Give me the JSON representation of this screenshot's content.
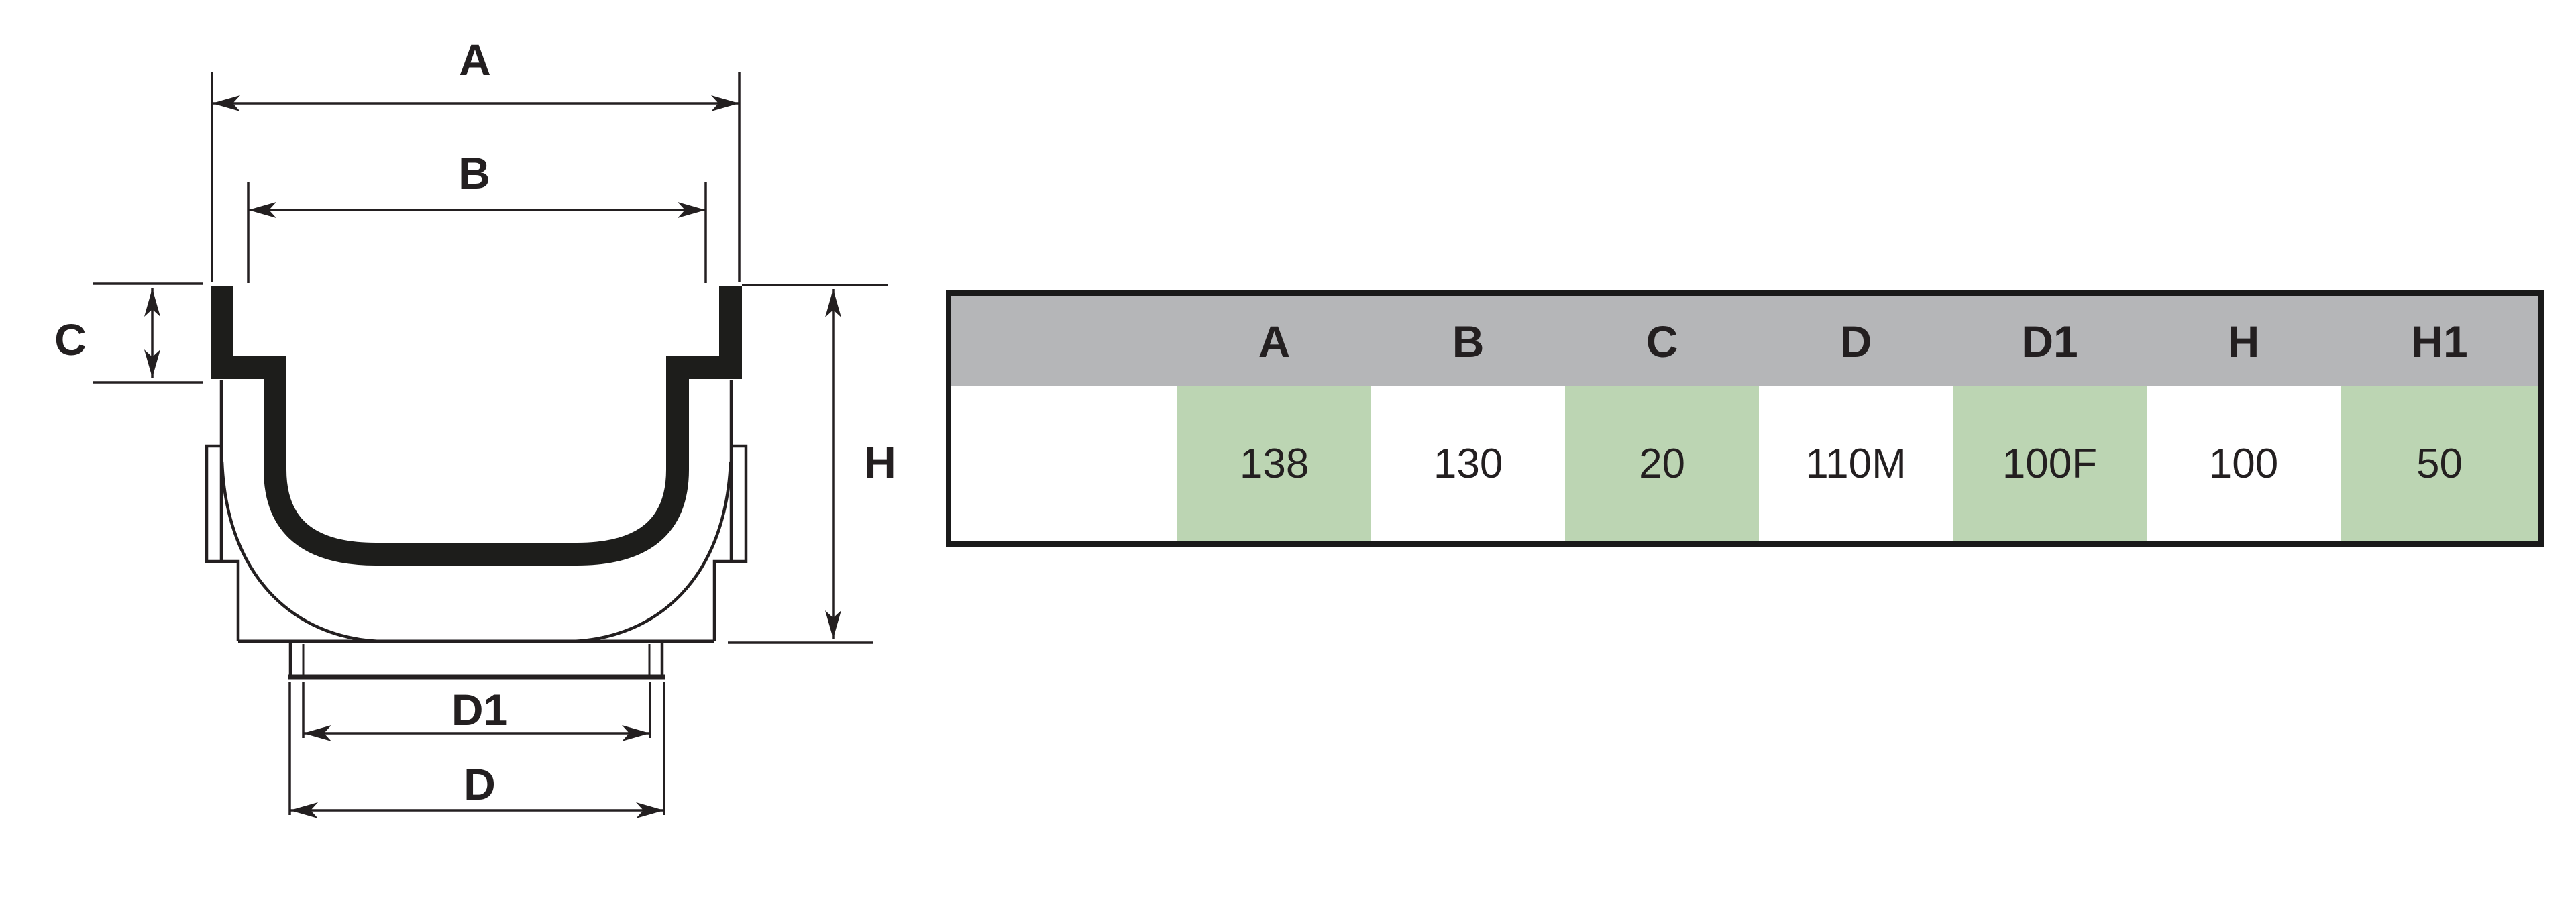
{
  "drawing": {
    "dim_labels": {
      "a": "A",
      "b": "B",
      "c": "C",
      "d": "D",
      "d1": "D1",
      "h": "H"
    }
  },
  "table": {
    "columns": [
      {
        "label": "",
        "value": "",
        "highlighted": false
      },
      {
        "label": "A",
        "value": "138",
        "highlighted": true
      },
      {
        "label": "B",
        "value": "130",
        "highlighted": false
      },
      {
        "label": "C",
        "value": "20",
        "highlighted": true
      },
      {
        "label": "D",
        "value": "110M",
        "highlighted": false
      },
      {
        "label": "D1",
        "value": "100F",
        "highlighted": true
      },
      {
        "label": "H",
        "value": "100",
        "highlighted": false
      },
      {
        "label": "H1",
        "value": "50",
        "highlighted": true
      }
    ],
    "colors": {
      "header_bg": "#b5b6b8",
      "highlight_bg": "#bcd5b3",
      "border": "#1a1a1a",
      "line_ink": "#231f20"
    }
  }
}
